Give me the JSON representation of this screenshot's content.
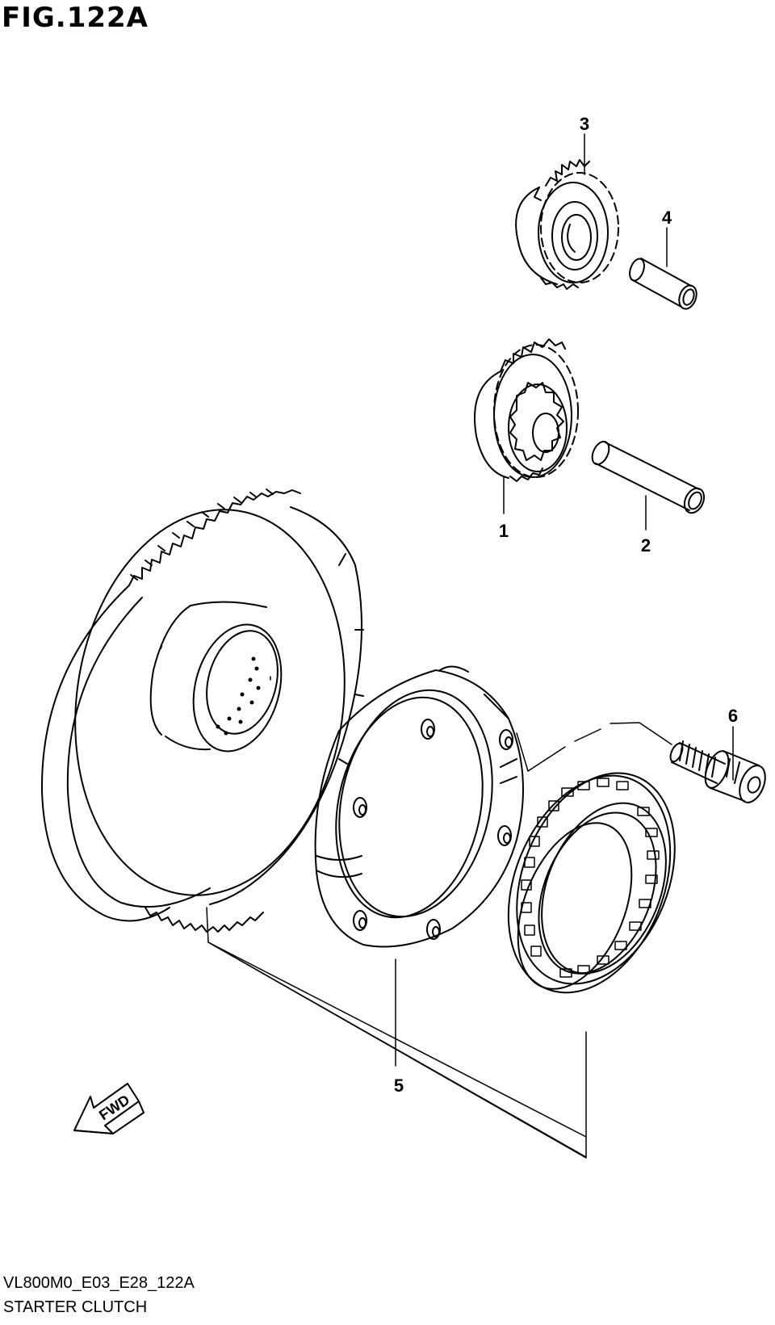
{
  "figure": {
    "title": "FIG.122A",
    "footer_code": "VL800M0_E03_E28_122A",
    "footer_name": "STARTER CLUTCH"
  },
  "callouts": [
    {
      "id": "c1",
      "text": "1"
    },
    {
      "id": "c2",
      "text": "2"
    },
    {
      "id": "c3",
      "text": "3"
    },
    {
      "id": "c4",
      "text": "4"
    },
    {
      "id": "c5",
      "text": "5"
    },
    {
      "id": "c6",
      "text": "6"
    }
  ],
  "fwd_label": "FWD"
}
